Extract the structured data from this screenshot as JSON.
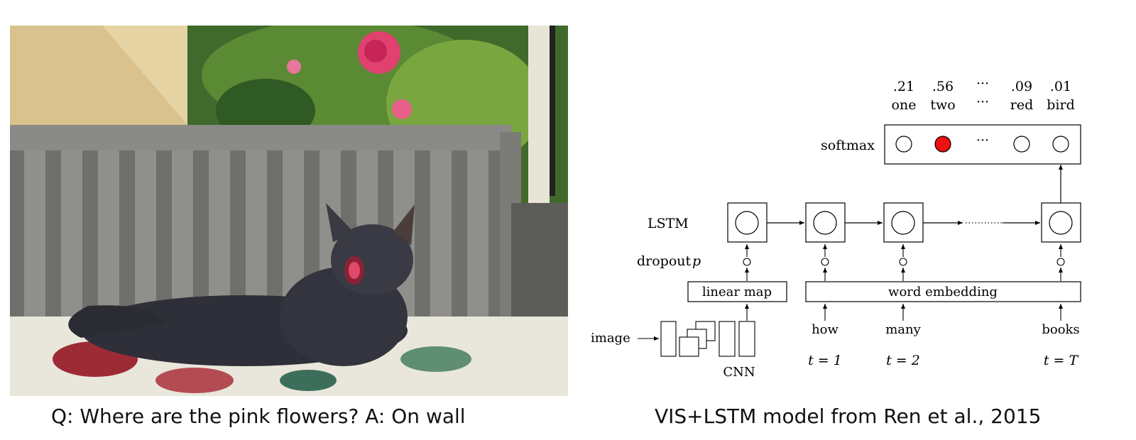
{
  "photo": {
    "caption": "Q: Where are the pink flowers? A: On wall"
  },
  "diagram": {
    "caption": "VIS+LSTM model from Ren et al., 2015",
    "labels": {
      "softmax": "softmax",
      "lstm": "LSTM",
      "dropout": "dropout",
      "dropout_p": "p",
      "image": "image",
      "cnn": "CNN",
      "linear_map": "linear map",
      "word_embedding": "word embedding"
    },
    "outputs": [
      {
        "prob": ".21",
        "word": "one"
      },
      {
        "prob": ".56",
        "word": "two"
      },
      {
        "prob": "···",
        "word": "···"
      },
      {
        "prob": ".09",
        "word": "red"
      },
      {
        "prob": ".01",
        "word": "bird"
      }
    ],
    "softmax_ellipsis": "···",
    "inputs": [
      {
        "word": "how",
        "t": "t = 1"
      },
      {
        "word": "many",
        "t": "t = 2"
      },
      {
        "word": "books",
        "t": "t = T"
      }
    ],
    "colors": {
      "selected": "#ee1111",
      "stroke": "#000000"
    }
  }
}
